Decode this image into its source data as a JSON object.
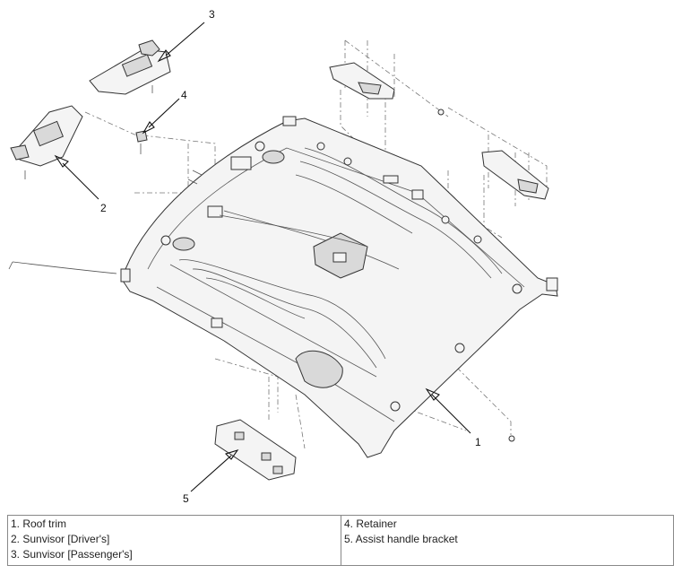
{
  "callouts": {
    "roof_trim": "1",
    "sunvisor_driver": "2",
    "sunvisor_passenger": "3",
    "retainer": "4",
    "assist_handle_bracket": "5"
  },
  "legend": {
    "left_column": [
      "1. Roof trim",
      "2. Sunvisor [Driver's]",
      "3. Sunvisor [Passenger's]"
    ],
    "right_column": [
      "4. Retainer",
      "5. Assist handle bracket"
    ]
  }
}
